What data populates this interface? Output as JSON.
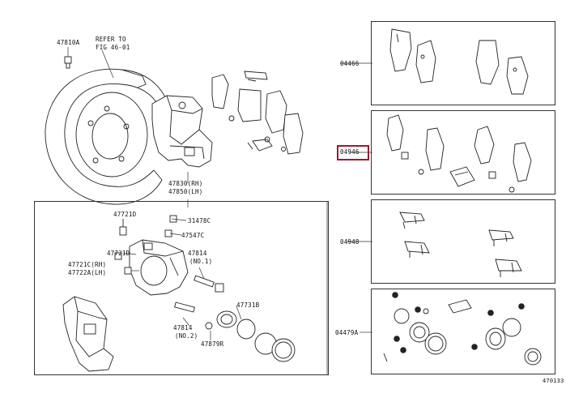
{
  "callouts": {
    "retainer_bolt": "47810A",
    "refer_line1": "REFER TO",
    "refer_line2": "FIG 46-01",
    "caliper_rh": "47830(RH)",
    "caliper_lh": "47850(LH)",
    "bleeder_plug": "47721D",
    "bleeder_cap": "31478C",
    "cap_b": "47547C",
    "bleeder_b": "47721D",
    "bolt_rh": "47721C(RH)",
    "bolt_lh": "47722A(LH)",
    "pin_1": "47814",
    "pin_1_note": "(NO.1)",
    "pin_2": "47814",
    "pin_2_note": "(NO.2)",
    "boot": "47879R",
    "piston": "47731B"
  },
  "kits": {
    "pad_kit": "04466",
    "fitting_kit": "04946",
    "support_kit": "04948",
    "seal_kit": "04479A"
  },
  "highlight_color": "#9b1b30",
  "figure_id": "470133"
}
